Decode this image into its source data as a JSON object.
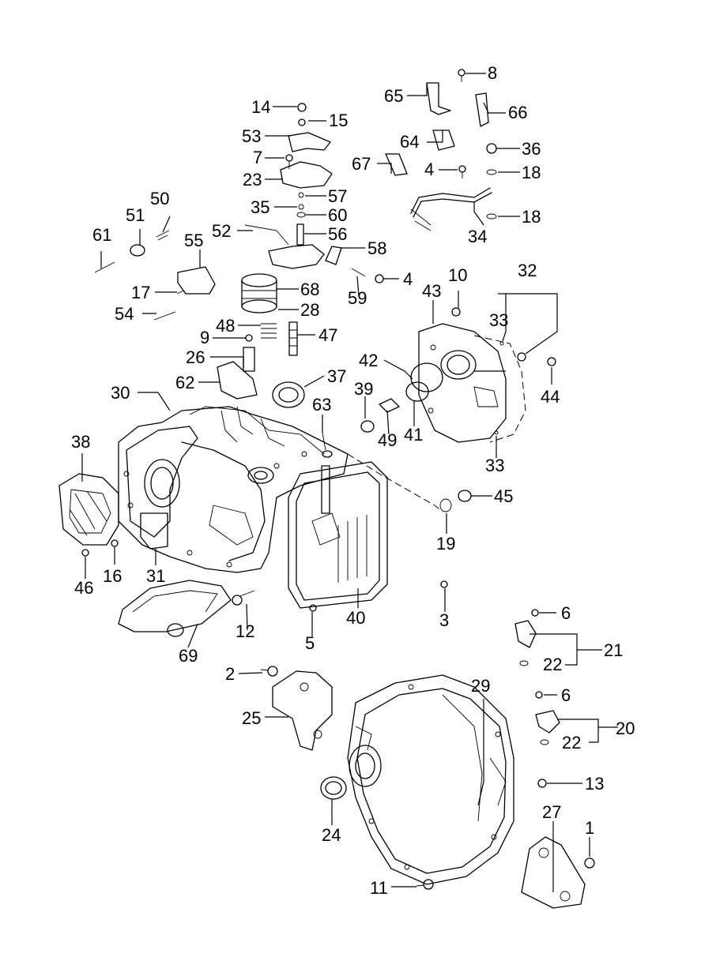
{
  "diagram": {
    "background": "#ffffff",
    "ink": "#000000",
    "callouts": [
      "1",
      "2",
      "3",
      "4",
      "4",
      "5",
      "6",
      "6",
      "7",
      "8",
      "9",
      "10",
      "11",
      "12",
      "13",
      "14",
      "15",
      "16",
      "17",
      "18",
      "18",
      "19",
      "20",
      "21",
      "22",
      "22",
      "23",
      "24",
      "25",
      "26",
      "27",
      "28",
      "29",
      "30",
      "31",
      "32",
      "33",
      "33",
      "34",
      "35",
      "36",
      "37",
      "38",
      "39",
      "40",
      "41",
      "42",
      "43",
      "44",
      "45",
      "46",
      "47",
      "48",
      "49",
      "50",
      "51",
      "52",
      "53",
      "54",
      "55",
      "56",
      "57",
      "58",
      "59",
      "60",
      "61",
      "62",
      "63",
      "64",
      "65",
      "66",
      "67",
      "68",
      "69"
    ]
  }
}
